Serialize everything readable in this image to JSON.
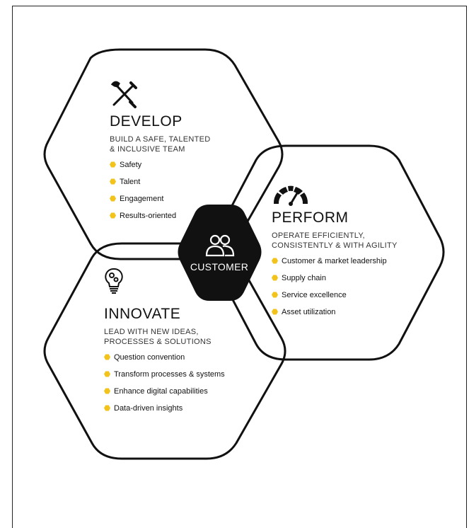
{
  "develop": {
    "title": "DEVELOP",
    "subtitle": "BUILD A SAFE, TALENTED\n& INCLUSIVE TEAM",
    "items": [
      "Safety",
      "Talent",
      "Engagement",
      "Results-oriented"
    ],
    "icon": "tools-icon"
  },
  "perform": {
    "title": "PERFORM",
    "subtitle": "OPERATE EFFICIENTLY,\nCONSISTENTLY & WITH AGILITY",
    "items": [
      "Customer & market leadership",
      "Supply chain",
      "Service excellence",
      "Asset utilization"
    ],
    "icon": "gauge-icon"
  },
  "innovate": {
    "title": "INNOVATE",
    "subtitle": "LEAD WITH NEW IDEAS,\nPROCESSES & SOLUTIONS",
    "items": [
      "Question convention",
      "Transform processes & systems",
      "Enhance digital capabilities",
      "Data-driven insights"
    ],
    "icon": "lightbulb-gear-icon"
  },
  "center": {
    "label": "CUSTOMER",
    "icon": "people-icon"
  },
  "colors": {
    "outline": "#111111",
    "bullet": "#f2c31b",
    "center_fill": "#111111"
  }
}
